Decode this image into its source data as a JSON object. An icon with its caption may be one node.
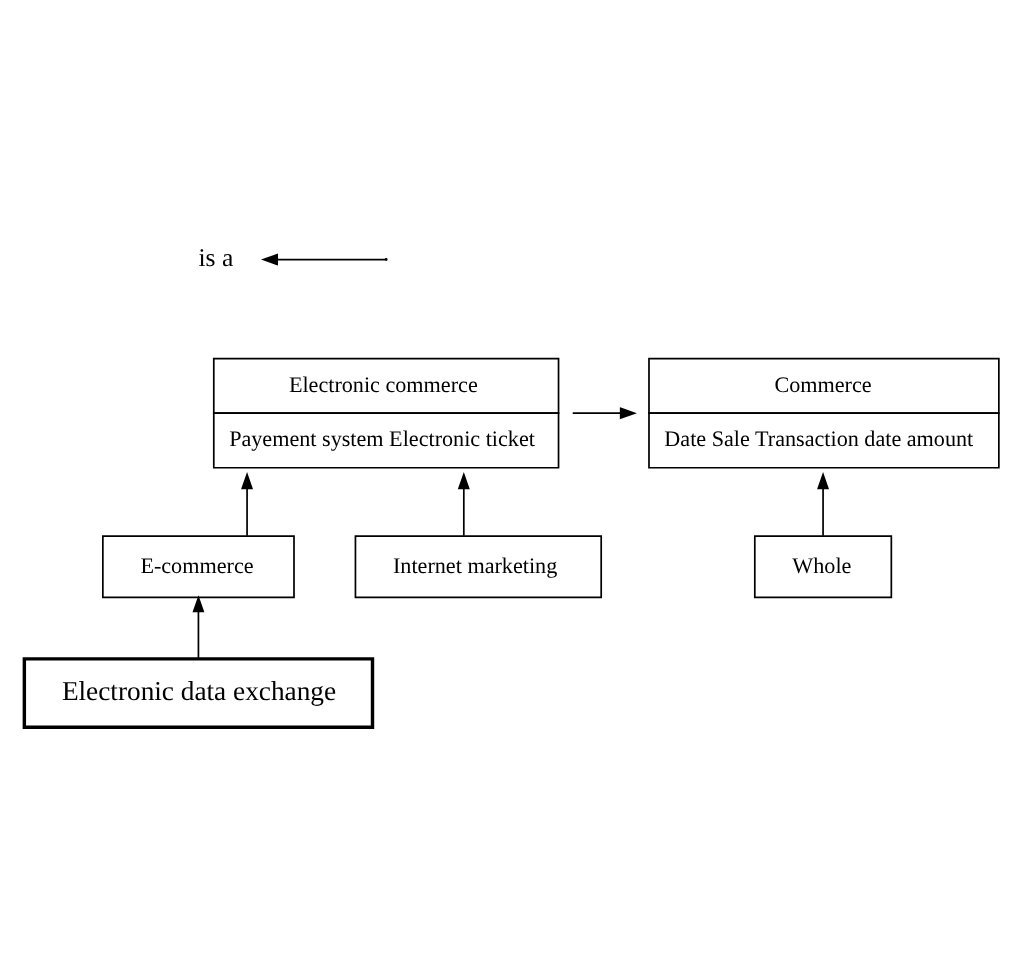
{
  "diagram": {
    "nodes": [
      {
        "text": [
          "Electronic commerce",
          "Payement system Electronic ticket"
        ]
      },
      {
        "text": [
          "Commerce",
          "Date Sale Transaction date amount"
        ]
      },
      {
        "text": [
          "Whole"
        ]
      },
      {
        "text": [
          "E-commerce"
        ]
      },
      {
        "text": [
          "Internet marketing"
        ]
      },
      {
        "text": [
          "Electronic data exchange"
        ]
      }
    ],
    "edges": [
      {
        "from": 0,
        "to": 1,
        "arrow": "to"
      },
      {
        "from": 2,
        "to": 1,
        "arrow": "to"
      },
      {
        "from": 3,
        "to": 0,
        "arrow": "to"
      },
      {
        "from": 4,
        "to": 0,
        "arrow": "to"
      },
      {
        "from": 5,
        "to": 3,
        "arrow": "to"
      }
    ],
    "legend": [
      {
        "text": "is a"
      }
    ]
  }
}
